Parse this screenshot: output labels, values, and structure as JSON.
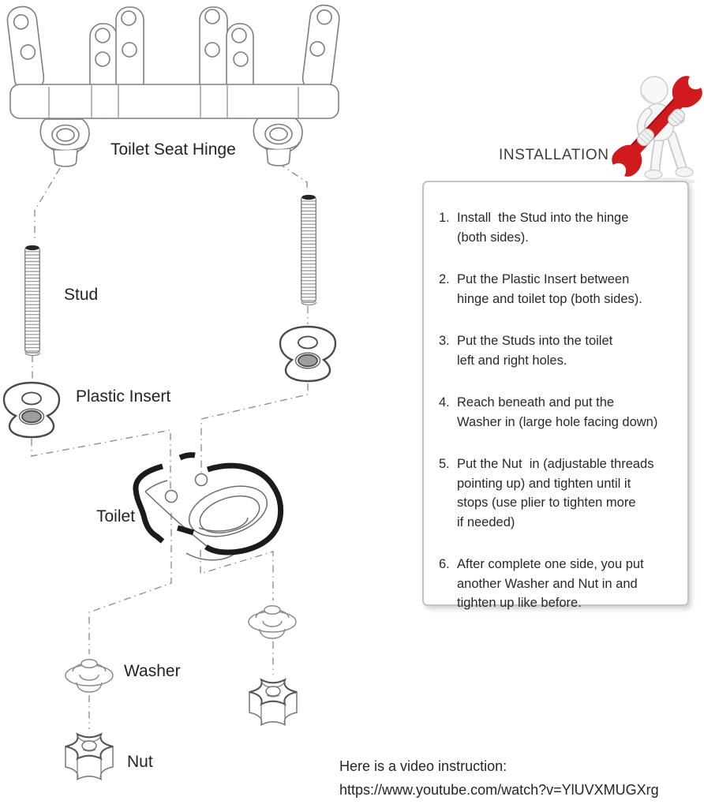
{
  "diagram": {
    "labels": {
      "hinge": "Toilet Seat Hinge",
      "stud": "Stud",
      "plastic_insert": "Plastic Insert",
      "toilet": "Toilet",
      "washer": "Washer",
      "nut": "Nut"
    }
  },
  "installation": {
    "title": "INSTALLATION",
    "steps": [
      {
        "num": "1.",
        "text": "Install  the Stud into the hinge\n(both sides)."
      },
      {
        "num": "2.",
        "text": "Put the Plastic Insert between\nhinge and toilet top (both sides)."
      },
      {
        "num": "3.",
        "text": "Put the Studs into the toilet\nleft and right holes."
      },
      {
        "num": "4.",
        "text": "Reach beneath and put the\nWasher in (large hole facing down)"
      },
      {
        "num": "5.",
        "text": "Put the Nut  in (adjustable threads\npointing up) and tighten until it\nstops (use plier to tighten more\nif needed)"
      },
      {
        "num": "6.",
        "text": "After complete one side, you put\nanother Washer and Nut in and\ntighten up like before."
      }
    ]
  },
  "footer": {
    "intro": "Here is a video instruction:",
    "url": "https://www.youtube.com/watch?v=YlUVXMUGXrg"
  },
  "colors": {
    "wrench_red": "#cf1a1e",
    "drawing_line_gray": "#7e7e7e",
    "thick_ink": "#1b1b1b",
    "box_border": "#c3c3c3"
  }
}
